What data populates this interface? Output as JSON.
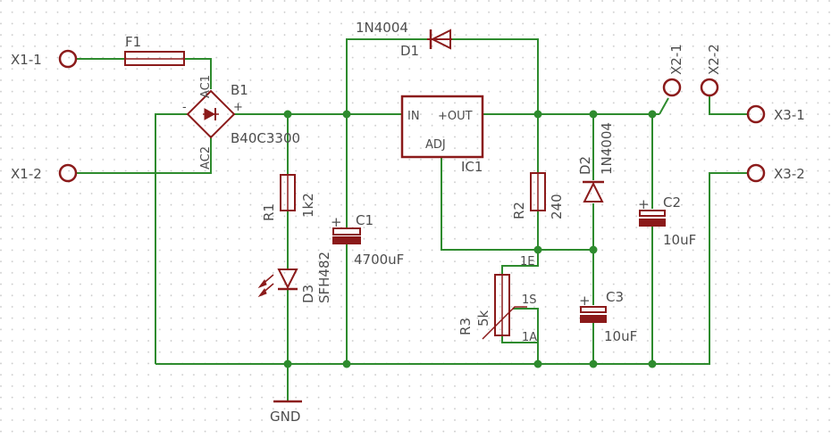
{
  "labels": {
    "x1_1": "X1-1",
    "x1_2": "X1-2",
    "f1": "F1",
    "b1": "B1",
    "ac1": "AC1",
    "ac2": "AC2",
    "b1_minus": "-",
    "b1_plus": "+",
    "b1_value": "B40C3300",
    "d1_value": "1N4004",
    "d1": "D1",
    "ic1_in": "IN",
    "ic1_out": "+OUT",
    "ic1_adj": "ADJ",
    "ic1": "IC1",
    "r1": "R1",
    "r1_value": "1k2",
    "d3": "D3",
    "d3_value": "SFH482",
    "c1_plus": "+",
    "c1": "C1",
    "c1_value": "4700uF",
    "r2": "R2",
    "r2_value": "240",
    "r3": "R3",
    "r3_value": "5k",
    "r3_e": "1E",
    "r3_s": "1S",
    "r3_a": "1A",
    "d2": "D2",
    "d2_value": "1N4004",
    "c3_plus": "+",
    "c3": "C3",
    "c3_value": "10uF",
    "c2_plus": "+",
    "c2": "C2",
    "c2_value": "10uF",
    "x2_1": "X2-1",
    "x2_2": "X2-2",
    "x3_1": "X3-1",
    "x3_2": "X3-2",
    "gnd": "GND"
  },
  "colors": {
    "wire": "#2e8b2e",
    "part": "#8b1a1a",
    "text": "#4d4d4d",
    "grid": "#c8c8c8"
  }
}
